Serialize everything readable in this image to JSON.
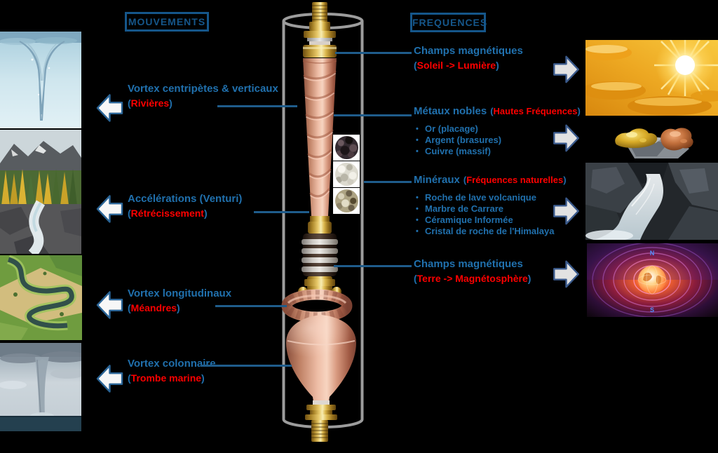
{
  "colors": {
    "background": "#000000",
    "header_blue": "#15568A",
    "label_blue": "#2070AD",
    "label_red": "#FF0000",
    "line_blue": "#1F5C8B"
  },
  "headers": {
    "movements": "MOUVEMENTS",
    "frequencies": "FREQUENCES"
  },
  "punct": {
    "open": "(",
    "close": ")",
    "bullet": "•"
  },
  "left_labels": [
    {
      "title": "Vortex centripètes & verticaux",
      "sub": "Rivières"
    },
    {
      "title": "Accélérations (Venturi)",
      "sub": "Rétrécissement"
    },
    {
      "title": "Vortex longitudinaux",
      "sub": "Méandres"
    },
    {
      "title": "Vortex colonnaire",
      "sub": "Trombe marine"
    }
  ],
  "right_labels": [
    {
      "title": "Champs magnétiques",
      "sub": "Soleil -> Lumière"
    },
    {
      "title": "Métaux nobles",
      "qualifier": "Hautes Fréquences",
      "items": [
        "Or (placage)",
        "Argent (brasures)",
        "Cuivre (massif)"
      ]
    },
    {
      "title": "Minéraux",
      "qualifier": "Fréquences naturelles",
      "items": [
        "Roche de lave volcanique",
        "Marbre de Carrare",
        "Céramique Informée",
        "Cristal de roche de l'Himalaya"
      ]
    },
    {
      "title": "Champs magnétiques",
      "sub": "Terre -> Magnétosphère"
    }
  ],
  "magnetosphere": {
    "north": "N",
    "south": "S"
  }
}
